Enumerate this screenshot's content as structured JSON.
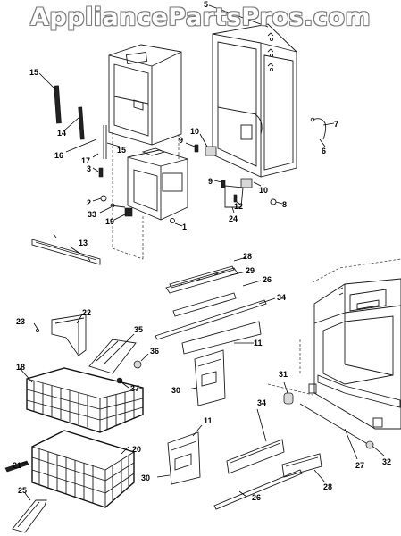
{
  "watermark": "AppliancePartsPros.com",
  "callouts": [
    {
      "id": "5",
      "label": "5"
    },
    {
      "id": "15a",
      "label": "15"
    },
    {
      "id": "14",
      "label": "14"
    },
    {
      "id": "16",
      "label": "16"
    },
    {
      "id": "15b",
      "label": "15"
    },
    {
      "id": "17",
      "label": "17"
    },
    {
      "id": "3",
      "label": "3"
    },
    {
      "id": "2",
      "label": "2"
    },
    {
      "id": "33",
      "label": "33"
    },
    {
      "id": "19",
      "label": "19"
    },
    {
      "id": "1",
      "label": "1"
    },
    {
      "id": "13",
      "label": "13"
    },
    {
      "id": "9a",
      "label": "9"
    },
    {
      "id": "10a",
      "label": "10"
    },
    {
      "id": "9b",
      "label": "9"
    },
    {
      "id": "10b",
      "label": "10"
    },
    {
      "id": "12",
      "label": "12"
    },
    {
      "id": "24",
      "label": "24"
    },
    {
      "id": "8",
      "label": "8"
    },
    {
      "id": "7",
      "label": "7"
    },
    {
      "id": "6",
      "label": "6"
    },
    {
      "id": "28a",
      "label": "28"
    },
    {
      "id": "29",
      "label": "29"
    },
    {
      "id": "26a",
      "label": "26"
    },
    {
      "id": "34a",
      "label": "34"
    },
    {
      "id": "11a",
      "label": "11"
    },
    {
      "id": "23",
      "label": "23"
    },
    {
      "id": "22",
      "label": "22"
    },
    {
      "id": "35",
      "label": "35"
    },
    {
      "id": "36",
      "label": "36"
    },
    {
      "id": "18",
      "label": "18"
    },
    {
      "id": "37",
      "label": "37"
    },
    {
      "id": "30a",
      "label": "30"
    },
    {
      "id": "31",
      "label": "31"
    },
    {
      "id": "34b",
      "label": "34"
    },
    {
      "id": "11b",
      "label": "11"
    },
    {
      "id": "20",
      "label": "20"
    },
    {
      "id": "21",
      "label": "21"
    },
    {
      "id": "30b",
      "label": "30"
    },
    {
      "id": "27",
      "label": "27"
    },
    {
      "id": "32",
      "label": "32"
    },
    {
      "id": "28b",
      "label": "28"
    },
    {
      "id": "26b",
      "label": "26"
    },
    {
      "id": "25",
      "label": "25"
    }
  ]
}
